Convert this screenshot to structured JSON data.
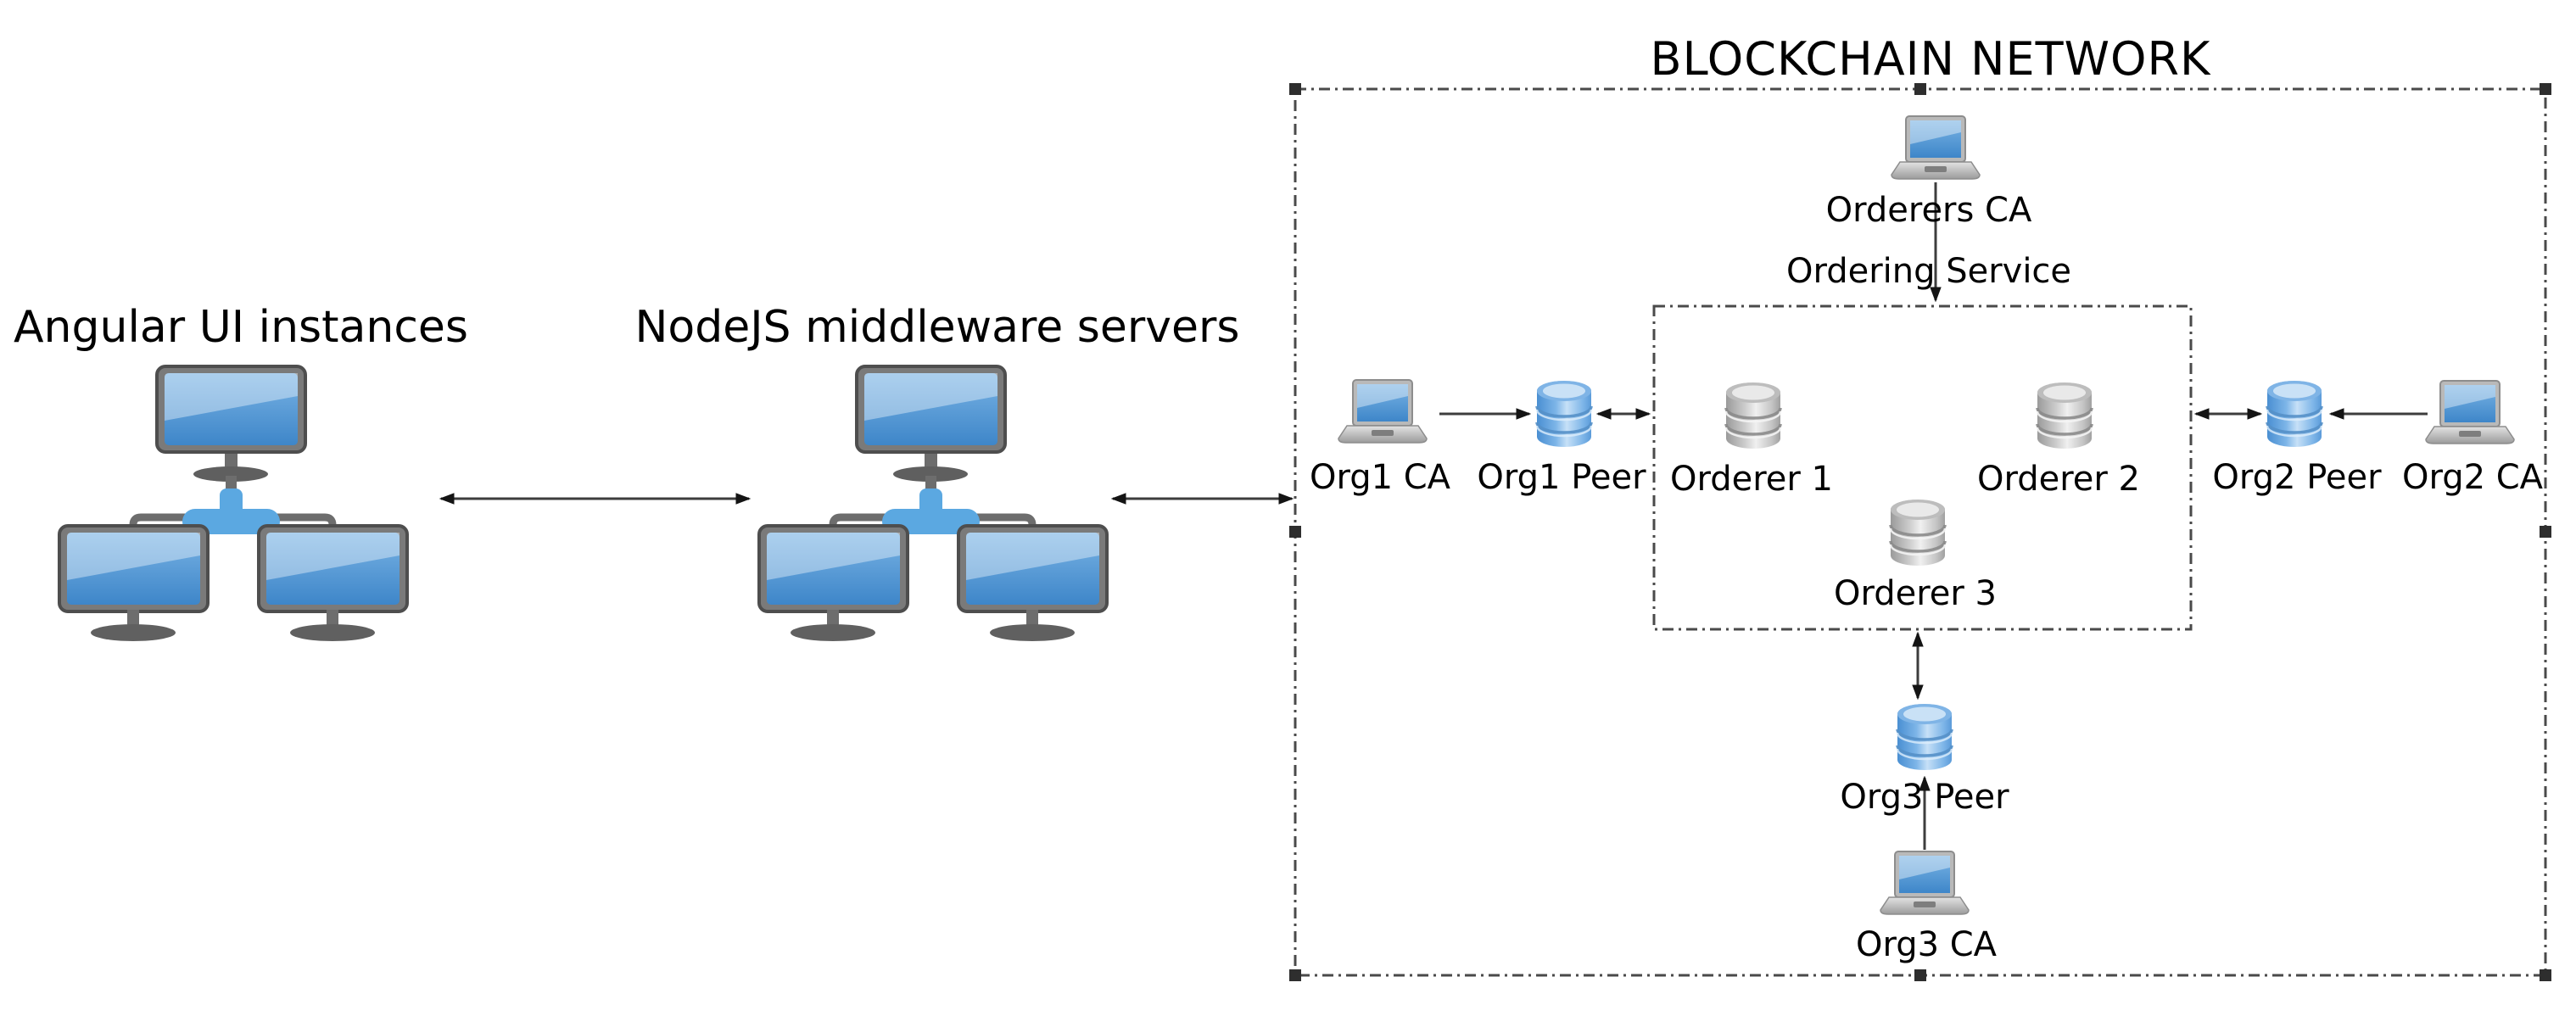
{
  "diagram": {
    "title": "BLOCKCHAIN NETWORK",
    "left": {
      "angular_label": "Angular UI instances",
      "nodejs_label": "NodeJS middleware servers"
    },
    "network": {
      "ordering_service_label": "Ordering Service",
      "nodes": {
        "orderers_ca": "Orderers CA",
        "org1_ca": "Org1 CA",
        "org1_peer": "Org1 Peer",
        "orderer1": "Orderer 1",
        "orderer2": "Orderer 2",
        "orderer3": "Orderer 3",
        "org2_peer": "Org2 Peer",
        "org2_ca": "Org2 CA",
        "org3_peer": "Org3 Peer",
        "org3_ca": "Org3 CA"
      }
    },
    "icons": {
      "monitor_cluster": "monitor-cluster-icon",
      "laptop": "laptop-icon",
      "database_blue": "database-blue-icon",
      "database_gray": "database-gray-icon"
    },
    "edges": [
      {
        "from": "angular-cluster",
        "to": "nodejs-cluster",
        "arrows": "both"
      },
      {
        "from": "nodejs-cluster",
        "to": "blockchain-network-box",
        "arrows": "both"
      },
      {
        "from": "org1_ca",
        "to": "org1_peer",
        "arrows": "end"
      },
      {
        "from": "org1_peer",
        "to": "ordering-service-box",
        "arrows": "both"
      },
      {
        "from": "ordering-service-box",
        "to": "org2_peer",
        "arrows": "both"
      },
      {
        "from": "org2_ca",
        "to": "org2_peer",
        "arrows": "end"
      },
      {
        "from": "orderers_ca",
        "to": "ordering-service-box",
        "arrows": "end"
      },
      {
        "from": "ordering-service-box",
        "to": "org3_peer",
        "arrows": "both"
      },
      {
        "from": "org3_ca",
        "to": "org3_peer",
        "arrows": "end"
      }
    ],
    "selection": {
      "selected_shape": "blockchain-network-box",
      "handle_color": "#2e2e2e"
    },
    "colors": {
      "icon_blue": "#5aa7e0",
      "screen_blue_deep": "#3e86c9",
      "screen_blue_light": "#b9dcf5",
      "cylinder_gray": "#c9c9c9",
      "line": "#3d3d3d",
      "dashed_border": "#4a4a4a",
      "text": "#000000",
      "background": "#ffffff"
    }
  }
}
